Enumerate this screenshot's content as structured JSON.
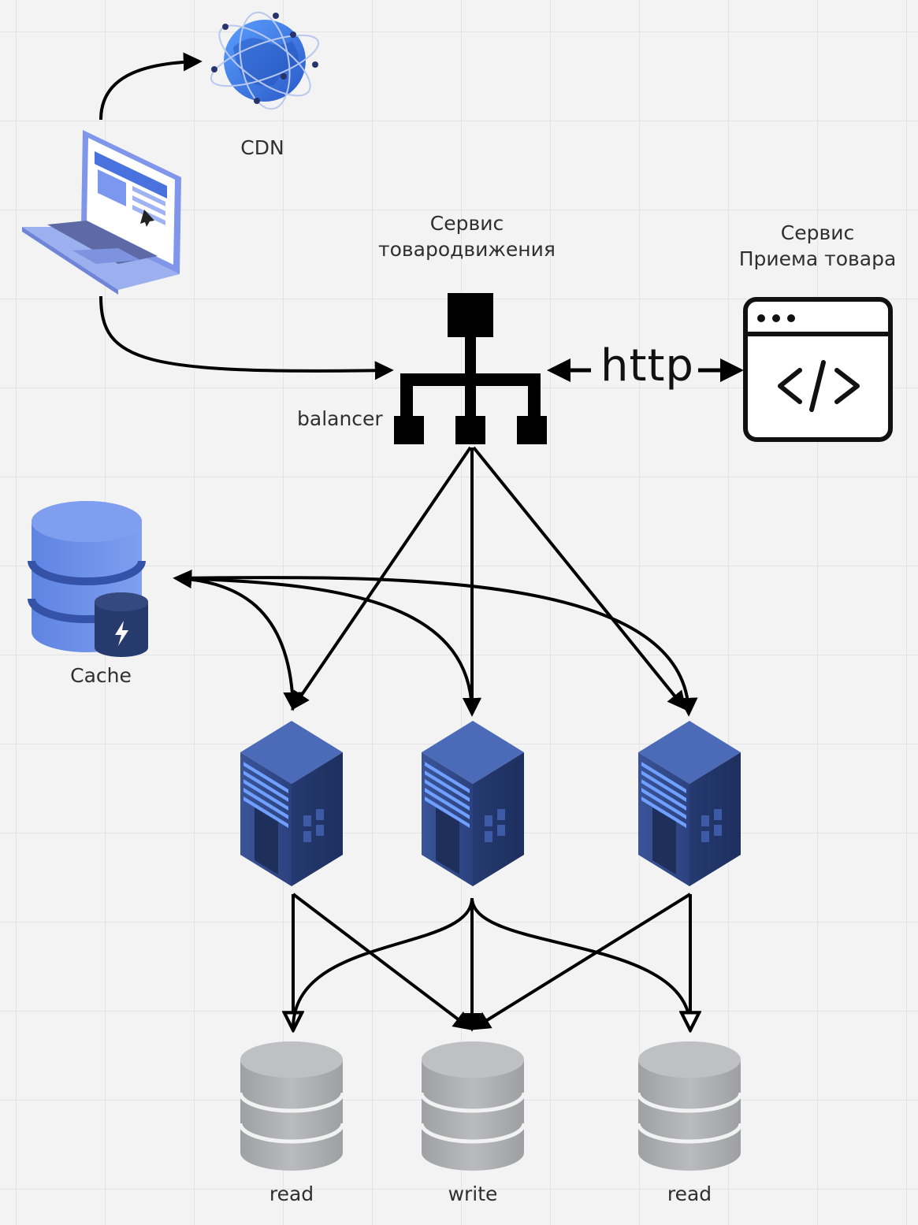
{
  "labels": {
    "cdn": "CDN",
    "service_main_line1": "Сервис",
    "service_main_line2": "товародвижения",
    "service_receive_line1": "Сервис",
    "service_receive_line2": "Приема товара",
    "balancer": "balancer",
    "http": "http",
    "cache": "Cache",
    "db_read_left": "read",
    "db_write": "write",
    "db_read_right": "read"
  },
  "icons": {
    "client": "laptop-icon",
    "cdn": "globe-icon",
    "balancer": "load-balancer-icon",
    "external_service": "code-window-icon",
    "cache": "cache-database-icon",
    "servers": [
      "server-rack-icon",
      "server-rack-icon",
      "server-rack-icon"
    ],
    "databases": [
      "database-icon",
      "database-icon",
      "database-icon"
    ]
  },
  "colors": {
    "laptop": "#8fa5ee",
    "globe": "#3b6fd8",
    "cache_db": "#6d8fe8",
    "server": "#2c4382",
    "database": "#a9a9ad",
    "arrows": "#000000"
  }
}
